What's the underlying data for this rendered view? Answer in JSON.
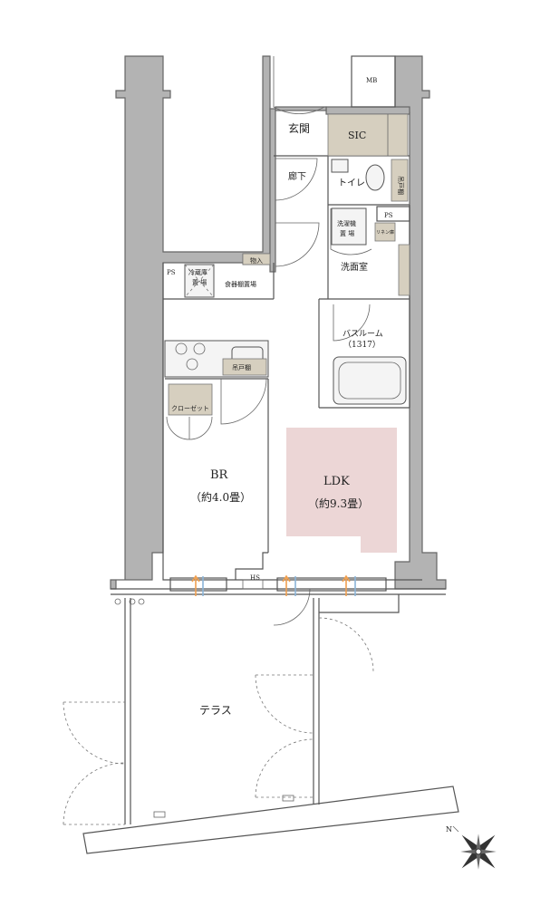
{
  "labels": {
    "mb": "MB",
    "entrance": "玄関",
    "sic": "SIC",
    "hallway": "廊下",
    "toilet": "トイレ",
    "toilet_cabinet": "吊戸棚",
    "ps_right": "PS",
    "washer_top": "洗濯機",
    "washer_bottom": "置 場",
    "linen": "リネン庫",
    "washroom": "洗面室",
    "storage": "物入",
    "ps_left": "PS",
    "fridge_top": "冷蔵庫",
    "fridge_bottom": "置 場",
    "cupboard": "食器棚置場",
    "bathroom": "バスルーム",
    "bathroom_size": "（1317）",
    "kitchen_cabinet": "吊戸棚",
    "closet": "クローゼット",
    "br": "BR",
    "br_size": "（約4.0畳）",
    "ldk": "LDK",
    "ldk_size": "（約9.3畳）",
    "hs": "HS",
    "terrace": "テラス",
    "compass_n": "N"
  },
  "colors": {
    "wall": "#b3b3b3",
    "ldk_highlight": "#ecd6d6",
    "storage_fill": "#d6cfbf",
    "airflow_orange": "#f0a050",
    "airflow_blue": "#8ab4d8"
  }
}
